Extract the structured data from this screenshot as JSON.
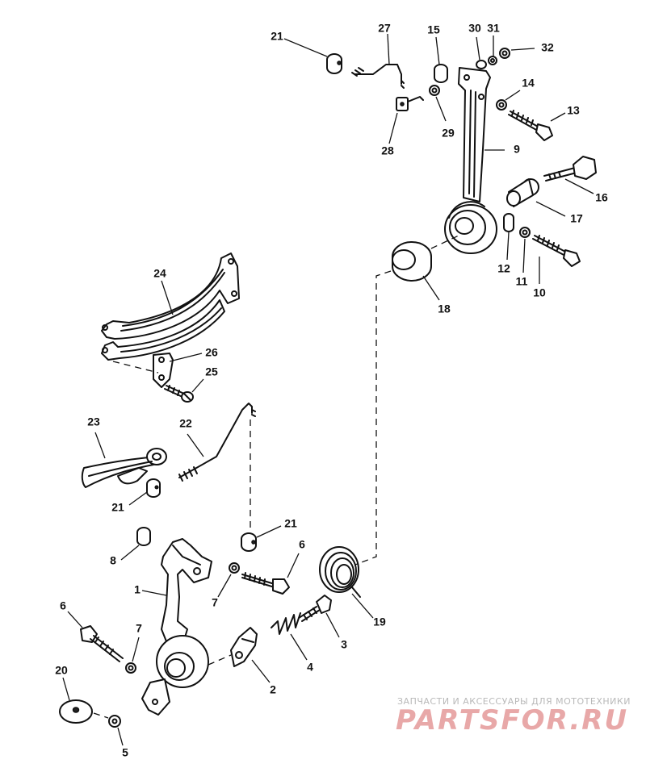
{
  "callouts": [
    {
      "id": "c21a",
      "text": "21"
    },
    {
      "id": "c27",
      "text": "27"
    },
    {
      "id": "c15",
      "text": "15"
    },
    {
      "id": "c30",
      "text": "30"
    },
    {
      "id": "c31",
      "text": "31"
    },
    {
      "id": "c32",
      "text": "32"
    },
    {
      "id": "c14",
      "text": "14"
    },
    {
      "id": "c13",
      "text": "13"
    },
    {
      "id": "c28",
      "text": "28"
    },
    {
      "id": "c29",
      "text": "29"
    },
    {
      "id": "c9",
      "text": "9"
    },
    {
      "id": "c16",
      "text": "16"
    },
    {
      "id": "c17",
      "text": "17"
    },
    {
      "id": "c12",
      "text": "12"
    },
    {
      "id": "c11",
      "text": "11"
    },
    {
      "id": "c10",
      "text": "10"
    },
    {
      "id": "c18",
      "text": "18"
    },
    {
      "id": "c24",
      "text": "24"
    },
    {
      "id": "c26",
      "text": "26"
    },
    {
      "id": "c25",
      "text": "25"
    },
    {
      "id": "c23",
      "text": "23"
    },
    {
      "id": "c22",
      "text": "22"
    },
    {
      "id": "c21b",
      "text": "21"
    },
    {
      "id": "c21c",
      "text": "21"
    },
    {
      "id": "c8",
      "text": "8"
    },
    {
      "id": "c6a",
      "text": "6"
    },
    {
      "id": "c1",
      "text": "1"
    },
    {
      "id": "c7a",
      "text": "7"
    },
    {
      "id": "c6b",
      "text": "6"
    },
    {
      "id": "c7b",
      "text": "7"
    },
    {
      "id": "c19",
      "text": "19"
    },
    {
      "id": "c3",
      "text": "3"
    },
    {
      "id": "c4",
      "text": "4"
    },
    {
      "id": "c2",
      "text": "2"
    },
    {
      "id": "c20",
      "text": "20"
    },
    {
      "id": "c5",
      "text": "5"
    }
  ],
  "watermark": {
    "line1": "ЗАПЧАСТИ И АКСЕССУАРЫ ДЛЯ МОТОТЕХНИКИ",
    "line2": "PARTSFOR.RU",
    "color": "#e8a8a8"
  }
}
